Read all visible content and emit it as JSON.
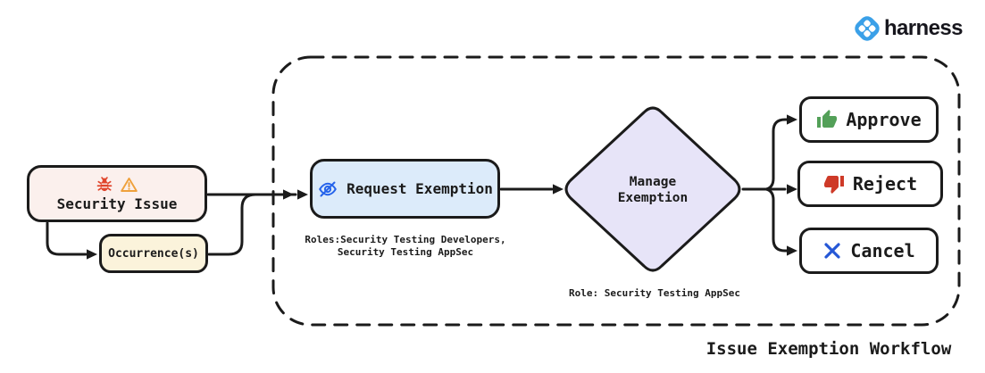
{
  "brand": {
    "name": "harness"
  },
  "diagram": {
    "container_label": "Issue Exemption Workflow",
    "security_issue": {
      "label": "Security Issue"
    },
    "occurrences": {
      "label": "Occurrence(s)"
    },
    "request_exemption": {
      "label": "Request Exemption",
      "roles_line1": "Roles:Security Testing Developers,",
      "roles_line2": "Security Testing AppSec"
    },
    "manage_exemption": {
      "label_line1": "Manage",
      "label_line2": "Exemption",
      "role_note": "Role: Security Testing AppSec"
    },
    "actions": {
      "approve": "Approve",
      "reject": "Reject",
      "cancel": "Cancel"
    }
  },
  "colors": {
    "shape_stroke": "#1B1B1B",
    "security_issue_fill": "#FBF0ED",
    "occurrences_fill": "#FBF3DB",
    "request_exemption_fill": "#DCEBFA",
    "manage_exemption_fill": "#E7E4F8",
    "bug_icon": "#E0452C",
    "warning_icon": "#EFA13C",
    "eye_off_icon": "#2563EB",
    "approve_icon": "#53A058",
    "reject_icon": "#CE3A28",
    "cancel_icon": "#2557D6",
    "logo_blue": "#3AA0E8",
    "logo_text": "#17161D"
  }
}
